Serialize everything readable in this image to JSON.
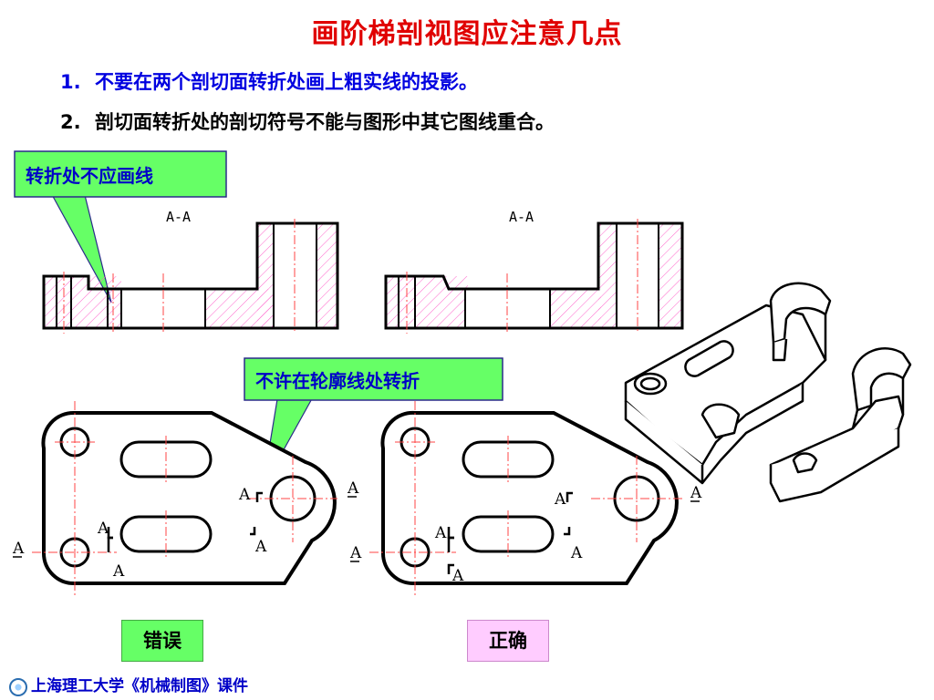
{
  "title": "画阶梯剖视图应注意几点",
  "points": [
    {
      "num": "1.",
      "text": "不要在两个剖切面转折处画上粗实线的投影。"
    },
    {
      "num": "2.",
      "text": "剖切面转折处的剖切符号不能与图形中其它图线重合。"
    }
  ],
  "callouts": {
    "top": "转折处不应画线",
    "middle": "不许在轮廓线处转折"
  },
  "section_labels": {
    "left": "A-A",
    "right": "A-A"
  },
  "cut_letter": "A",
  "verdicts": {
    "wrong": "错误",
    "right": "正确"
  },
  "footer": "上海理工大学《机械制图》课件",
  "colors": {
    "title": "#e00000",
    "point1": "#0000e0",
    "callout_fill": "#66ff66",
    "hatch": "#ff66cc",
    "centerline": "#ff4444",
    "wrong_bg": "#66ff66",
    "right_bg": "#ffccff"
  }
}
